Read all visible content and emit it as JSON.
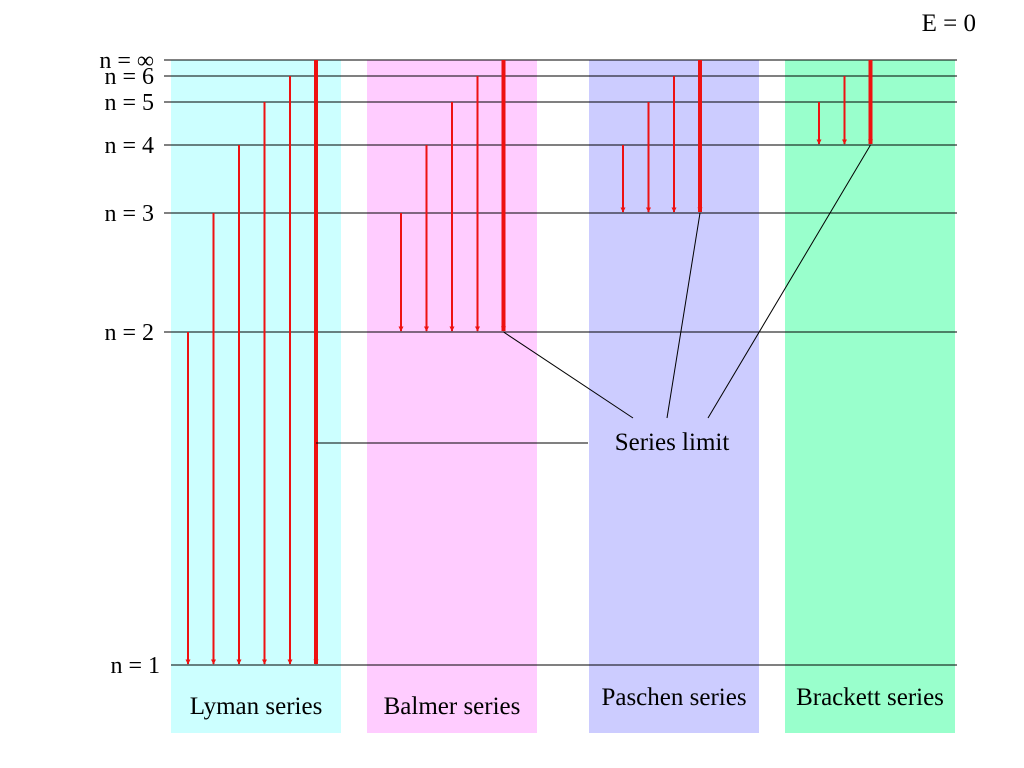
{
  "diagram": {
    "energy_zero_label": "E = 0",
    "series_limit_label": "Series limit",
    "arrow_color": "#ee1111",
    "levels": [
      {
        "n": "inf",
        "label": "n = ∞"
      },
      {
        "n": 6,
        "label": "n = 6"
      },
      {
        "n": 5,
        "label": "n = 5"
      },
      {
        "n": 4,
        "label": "n = 4"
      },
      {
        "n": 3,
        "label": "n = 3"
      },
      {
        "n": 2,
        "label": "n = 2"
      },
      {
        "n": 1,
        "label": "n = 1"
      }
    ],
    "series": [
      {
        "name": "Lyman series",
        "lower_level": 1,
        "color": "#ccffff",
        "upper_levels": [
          2,
          3,
          4,
          5,
          6,
          "inf"
        ]
      },
      {
        "name": "Balmer series",
        "lower_level": 2,
        "color": "#ffccff",
        "upper_levels": [
          3,
          4,
          5,
          6,
          "inf"
        ]
      },
      {
        "name": "Paschen series",
        "lower_level": 3,
        "color": "#ccccff",
        "upper_levels": [
          4,
          5,
          6,
          "inf"
        ]
      },
      {
        "name": "Brackett series",
        "lower_level": 4,
        "color": "#99ffcc",
        "upper_levels": [
          5,
          6,
          "inf"
        ]
      }
    ]
  }
}
